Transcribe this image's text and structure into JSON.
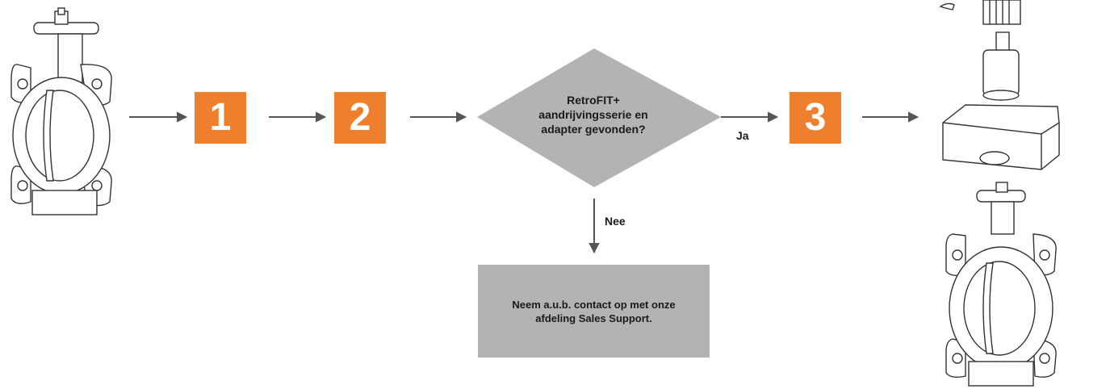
{
  "steps": {
    "s1": "1",
    "s2": "2",
    "s3": "3"
  },
  "decision": {
    "question": "RetroFIT+ aandrijvingsserie en adapter gevonden?"
  },
  "edges": {
    "yes": "Ja",
    "no": "Nee"
  },
  "outcome_no": {
    "text": "Neem a.u.b. contact op met onze afdeling Sales Support."
  },
  "colors": {
    "accent": "#ee7f2d",
    "decision_fill": "#b3b3b3",
    "arrow": "#555555"
  },
  "icons": {
    "left": "butterfly-valve-icon",
    "right": "retrofit-assembly-icon"
  }
}
